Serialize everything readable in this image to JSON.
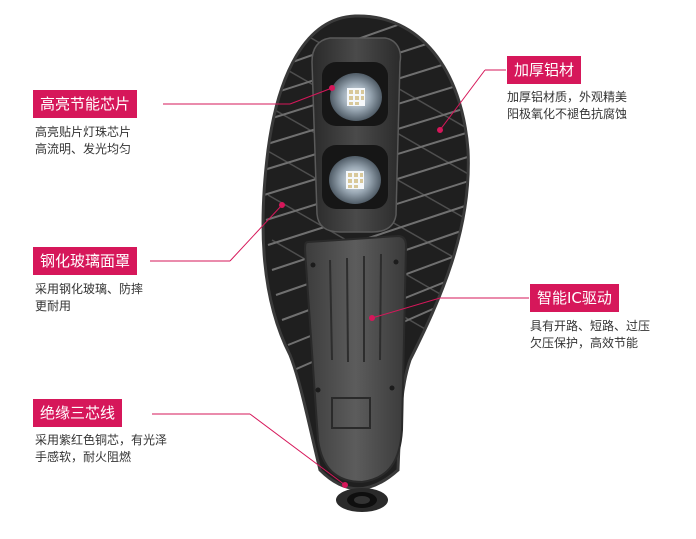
{
  "accent_color": "#d6175a",
  "callouts": {
    "chip": {
      "title": "高亮节能芯片",
      "lines": [
        "高亮贴片灯珠芯片",
        "高流明、发光均匀"
      ]
    },
    "glass": {
      "title": "钢化玻璃面罩",
      "lines": [
        "采用钢化玻璃、防摔",
        "更耐用"
      ]
    },
    "wire": {
      "title": "绝缘三芯线",
      "lines": [
        "采用紫红色铜芯，有光泽",
        "手感软，耐火阻燃"
      ]
    },
    "aluminum": {
      "title": "加厚铝材",
      "lines": [
        "加厚铝材质，外观精美",
        "阳极氧化不褪色抗腐蚀"
      ]
    },
    "driver": {
      "title": "智能IC驱动",
      "lines": [
        "具有开路、短路、过压",
        "欠压保护，高效节能"
      ]
    }
  }
}
